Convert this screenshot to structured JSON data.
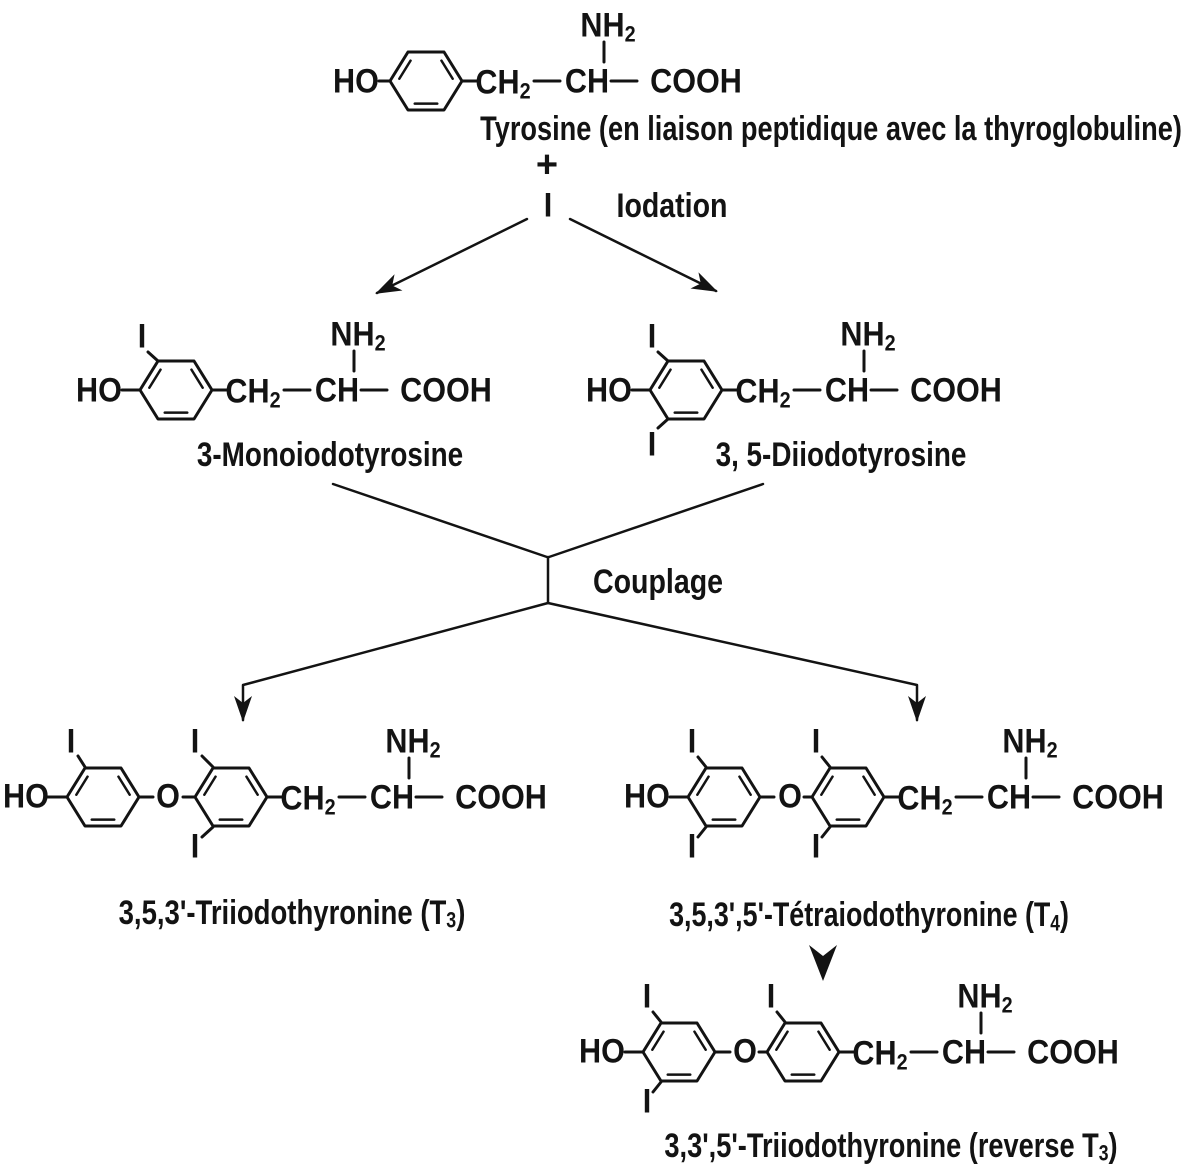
{
  "figure": {
    "background": "#ffffff",
    "ink": "#131313"
  },
  "atoms": {
    "ho": "HO",
    "o": "O",
    "i": "I",
    "ch2": "CH~2~",
    "ch": "CH",
    "cooh": "COOH",
    "nh2": "NH~2~",
    "plus": "+"
  },
  "steps": {
    "iodation": "Iodation",
    "couplage": "Couplage"
  },
  "molecules": {
    "tyrosine": {
      "caption": "Tyrosine (en liaison peptidique avec la thyroglobuline)"
    },
    "mit": {
      "caption": "3-Monoiodotyrosine"
    },
    "dit": {
      "caption": "3, 5-Diiodotyrosine"
    },
    "t3": {
      "caption": "3,5,3'-Triiodothyronine (T~3~)"
    },
    "t4": {
      "caption": "3,5,3',5'-Tétraiodothyronine (T~4~)"
    },
    "rt3": {
      "caption": "3,3',5'-Triiodothyronine (reverse T~3~)"
    }
  }
}
